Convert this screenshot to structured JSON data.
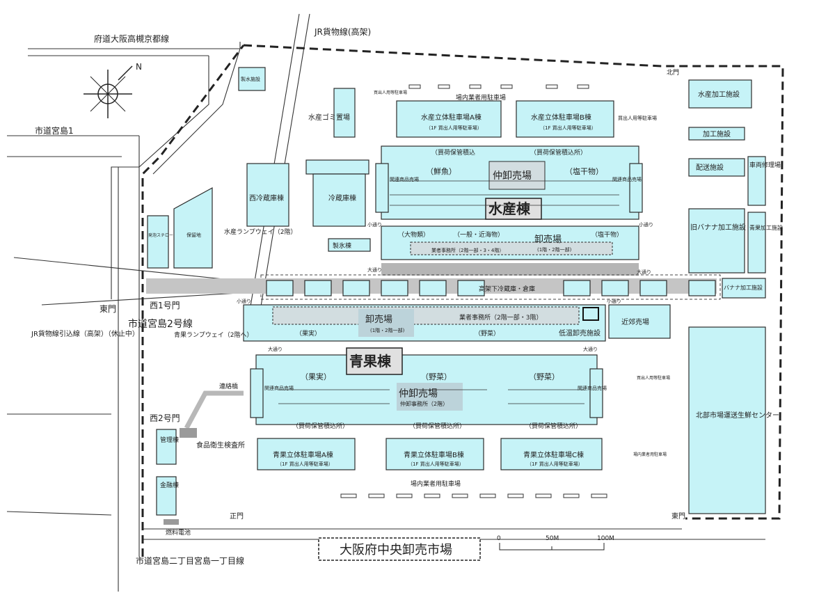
{
  "title": "大阪府中央卸売市場",
  "compass": {
    "north": "N"
  },
  "roads": {
    "keihan": "府道大阪高槻京都線",
    "jr_freight": "JR貨物線(高架)",
    "miyajima1": "市道宮島1",
    "miyajima2": "市道宮島2号線",
    "bottom": "市道宮島二丁目宮島一丁目線",
    "jr_spur": "JR貨物線引込線（高架）（休止中）"
  },
  "gates": {
    "north": "北門",
    "east_left": "東門",
    "east_right": "東門",
    "west1": "西1号門",
    "west2": "西2号門",
    "main": "正門"
  },
  "facilities": {
    "seisui": "製水施設",
    "trash": "水産ゴミ置場",
    "suisan_parking_a": "水産立体駐車場A棟",
    "suisan_parking_a_sub": "（1F 買出人用等駐車場）",
    "suisan_parking_b": "水産立体駐車場B棟",
    "suisan_parking_b_sub": "（1F 買出人用等駐車場）",
    "field_parking_top": "場内業者用駐車場",
    "buyer_parking_top": "買出人用等駐車場",
    "buyer_parking_right": "買出人用等駐車場",
    "suisan_processing": "水産加工施設",
    "processing": "加工施設",
    "delivery": "配送施設",
    "vehicle_repair": "車両修理場",
    "old_banana": "旧バナナ加工施設",
    "seika_processing": "青果加工施設",
    "banana_processing": "バナナ加工施設",
    "nishi_reizo": "西冷蔵庫棟",
    "reizo": "冷蔵庫棟",
    "hoso_styro": "発泡スチロール処理施設",
    "hoyu": "保留地",
    "ramp_suisan": "水産ランプウェイ（2階）",
    "seihyo": "製氷棟",
    "underpass": "高架下冷蔵庫・倉庫",
    "kinko": "近郊売場",
    "teion": "低温卸売施設",
    "ramp_seika": "青果ランプウェイ（2階へ）",
    "renrakukyo": "連絡橋",
    "kanri": "管理棟",
    "shokuhin": "食品衛生検査所",
    "kinyu": "金融棟",
    "fuel": "燃料電池",
    "hokubu": "北部市場運送生鮮センター",
    "seika_parking_a": "青果立体駐車場A棟",
    "seika_parking_a_sub": "（1F 買出人用等駐車場）",
    "seika_parking_b": "青果立体駐車場B棟",
    "seika_parking_b_sub": "（1F 買出人用等駐車場）",
    "seika_parking_c": "青果立体駐車場C棟",
    "seika_parking_c_sub": "（1F 買出人用等駐車場）",
    "field_parking_bottom": "場内業者用駐車場",
    "field_parking_right": "場内業者用駐車場",
    "buyer_parking_seika": "買出人用等駐車場"
  },
  "suisan": {
    "name": "水産棟",
    "nakaoroshi": "仲卸売場",
    "sengyo": "（鮮魚）",
    "enkan": "（塩干物）",
    "kanren_left": "関連商品売場",
    "kanren_right": "関連商品売場",
    "kaini_left": "（買荷保管積込",
    "kaini_right": "（買荷保管積込所）",
    "oroshi": "卸売場",
    "oroshi_sub": "(1階・2階一部)",
    "taibutsu": "（大物類）",
    "ippan": "（一般・近海物）",
    "enkan2": "（塩干物）",
    "office": "業者事務所（2階一部・3・4階）"
  },
  "seika": {
    "name": "青果棟",
    "oroshi": "卸売場",
    "oroshi_sub": "(1階・2階一部)",
    "office": "業者事務所（2階一部・3階）",
    "kajitsu": "（果実）",
    "yasai": "（野菜）",
    "nakaoroshi": "仲卸売場",
    "nakaoroshi_office": "仲卸事務所（2階）",
    "kajitsu2": "（果実）",
    "yasai2": "（野菜）",
    "yasai3": "（野菜）",
    "kanren_left": "関連商品売場",
    "kanren_right": "関連商品売場",
    "kaini1": "（買荷保管積込所）",
    "kaini2": "（買荷保管積込所）",
    "kaini3": "（買荷保管積込所）"
  },
  "streets": {
    "small1": "小通り",
    "small2": "小通り",
    "small3": "小通り",
    "small4": "小通り",
    "big1": "大通り",
    "big2": "大通り",
    "big3": "大通り",
    "big4": "大通り"
  },
  "scale": {
    "zero": "0",
    "mid": "50M",
    "max": "100M"
  }
}
